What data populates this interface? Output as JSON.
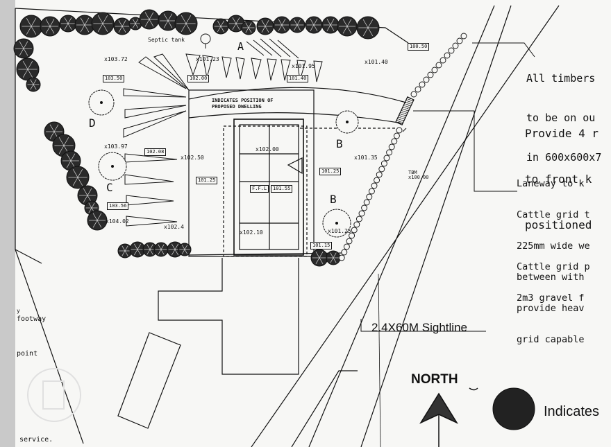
{
  "labels": {
    "septic_tank": "Septic tank",
    "position_line1": "INDICATES POSITION OF",
    "position_line2": "PROPOSED DWELLING",
    "ffl": "F.F.L",
    "sightline": "2.4X60M Sightline",
    "north": "NORTH",
    "legend_text": "Indicates",
    "left_footway_top": "y",
    "left_footway": "footway",
    "left_point": "point",
    "left_service": "service.",
    "tbm": "TBM",
    "tree_a": "A",
    "tree_b1": "B",
    "tree_b2": "B",
    "tree_c": "C",
    "tree_d": "D"
  },
  "levels": {
    "x103_72": "x103.72",
    "x101_95": "x101.95",
    "x101_40": "x101.40",
    "x103_97": "x103.97",
    "x102_50": "x102.50",
    "x102_00": "x102.00",
    "x101_35": "x101.35",
    "tbm_value": "x100.00",
    "x104_02": "x104.02",
    "x102_4": "x102.4",
    "x102_10": "x102.10",
    "x101_25": "x101.25",
    "x101_23": "x101.23"
  },
  "tags": {
    "t100_50": "100.50",
    "t103_50": "103.50",
    "t102_00": "102.00",
    "t101_40": "101.40",
    "t102_08": "102.08",
    "t101_25a": "101.25",
    "t101_25b": "101.25",
    "t101_55": "101.55",
    "t103_56": "103.56",
    "t101_15": "101.15"
  },
  "notes": {
    "timbers": [
      "All timbers",
      "to be on ou",
      "in 600x600x7"
    ],
    "provide": [
      "Provide 4 r",
      "to front k",
      "positioned"
    ],
    "laneway": [
      "Laneway to k",
      "Cattle grid t",
      "225mm wide we",
      "between with",
      "provide heav",
      "grid capable"
    ],
    "cattle": [
      "Cattle grid p",
      "2m3 gravel f"
    ]
  },
  "colors": {
    "ink": "#111111",
    "paper": "#f7f7f5",
    "margin": "#c9c9c9"
  }
}
